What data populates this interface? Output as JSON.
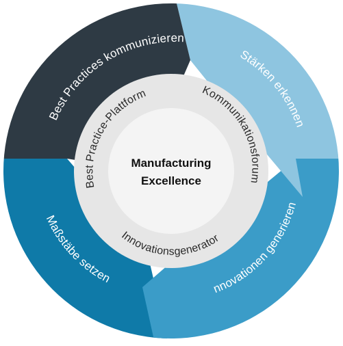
{
  "center": {
    "title_line1": "Manufacturing",
    "title_line2": "Excellence"
  },
  "outer_ring": {
    "segments": [
      {
        "label": "Best Practices kommunizieren",
        "color": "#2e3a44"
      },
      {
        "label": "Stärken erkennen",
        "color": "#8ec5e0"
      },
      {
        "label": "Innovationen generieren",
        "color": "#3b9cc8"
      },
      {
        "label": "Maßstäbe setzen",
        "color": "#0f7aa8"
      }
    ]
  },
  "inner_ring": {
    "labels": [
      "Best Practice-Plattform",
      "Kommunikationsforum",
      "Innovationsgenerator"
    ],
    "ring_color": "#e6e6e6",
    "core_color": "#f4f4f4"
  }
}
